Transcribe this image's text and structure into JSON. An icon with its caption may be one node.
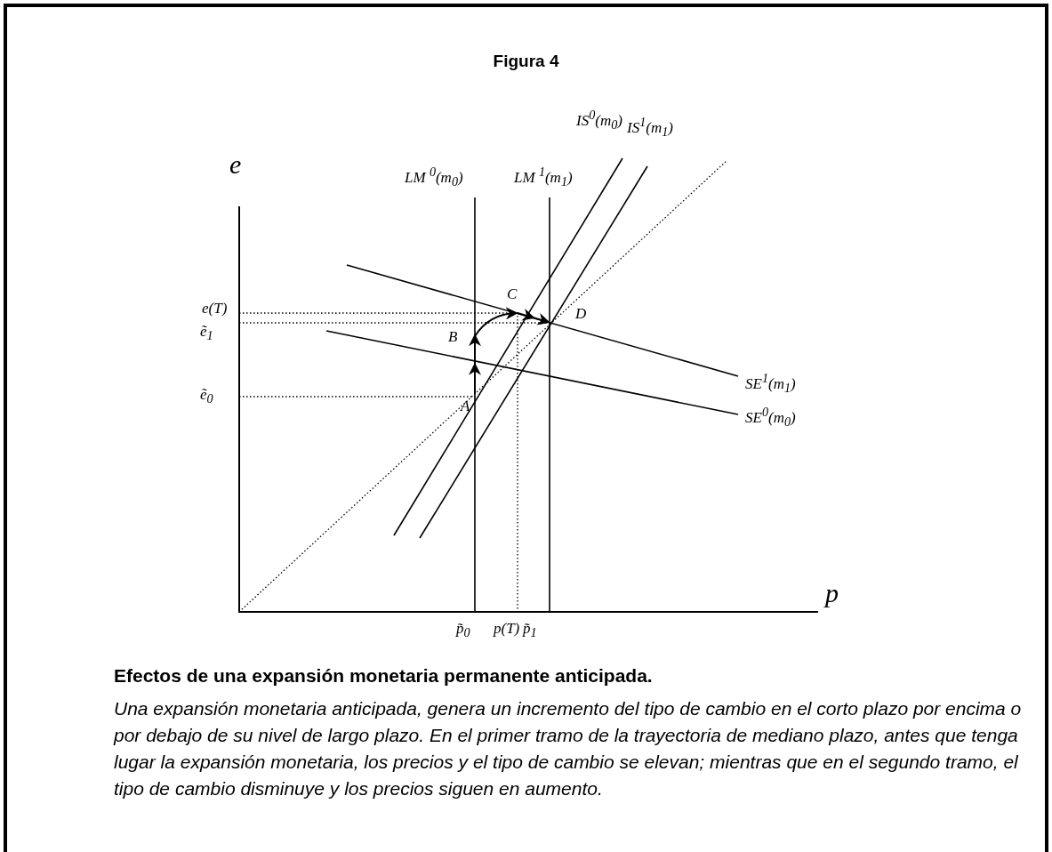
{
  "diagram": {
    "title": "Figura 4",
    "caption": "Efectos de una expansión monetaria permanente anticipada.",
    "nodes": [
      {
        "text": [
          "A"
        ]
      },
      {
        "text": [
          "B"
        ]
      },
      {
        "text": [
          "C"
        ]
      },
      {
        "text": [
          "D"
        ]
      }
    ],
    "edges": [
      {
        "from": 0,
        "to": 1,
        "arrow": "to"
      },
      {
        "from": 1,
        "to": 2,
        "arrow": "to"
      },
      {
        "from": 2,
        "to": 3,
        "arrow": "to"
      }
    ],
    "labels": [
      "e",
      "IS$^{0}$(m$_{0}$)",
      "IS$^{1}$(m$_{1}$)",
      "LM $^{0}$(m$_{0}$)",
      "LM $^{1}$(m$_{1}$)",
      "e(T)",
      "ẽ$_{1}$",
      "SE$^{1}$(m$_{1}$)",
      "ẽ$_{0}$",
      "SE$^{0}$(m$_{0}$)",
      "p̃$_{0}$",
      "p(T)",
      "p̃$_{1}$",
      "p",
      "Una expansión monetaria anticipada, genera un incremento del tipo de cambio en el corto plazo por encima o por debajo de su nivel de largo plazo. En el primer tramo de la trayectoria de mediano plazo, antes que tenga lugar la expansión monetaria, los precios y el tipo de cambio se elevan; mientras que en el segundo tramo, el tipo de cambio disminuye y los precios siguen en aumento."
    ]
  }
}
